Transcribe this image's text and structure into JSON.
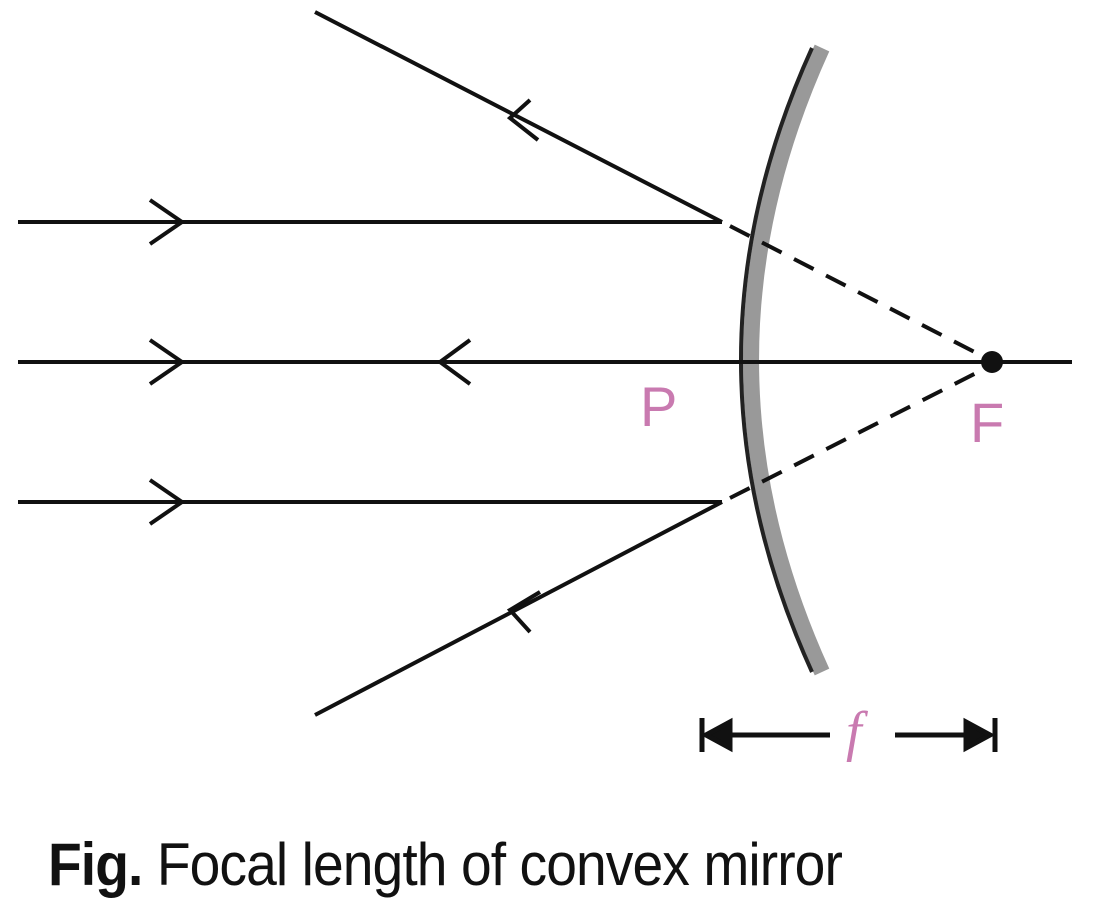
{
  "labels": {
    "pole": "P",
    "focus": "F",
    "focal_length": "f"
  },
  "caption": {
    "prefix": "Fig.",
    "text": "Focal length of convex mirror"
  },
  "colors": {
    "ray": "#111111",
    "mirror": "#999999",
    "label": "#c97ab0"
  }
}
